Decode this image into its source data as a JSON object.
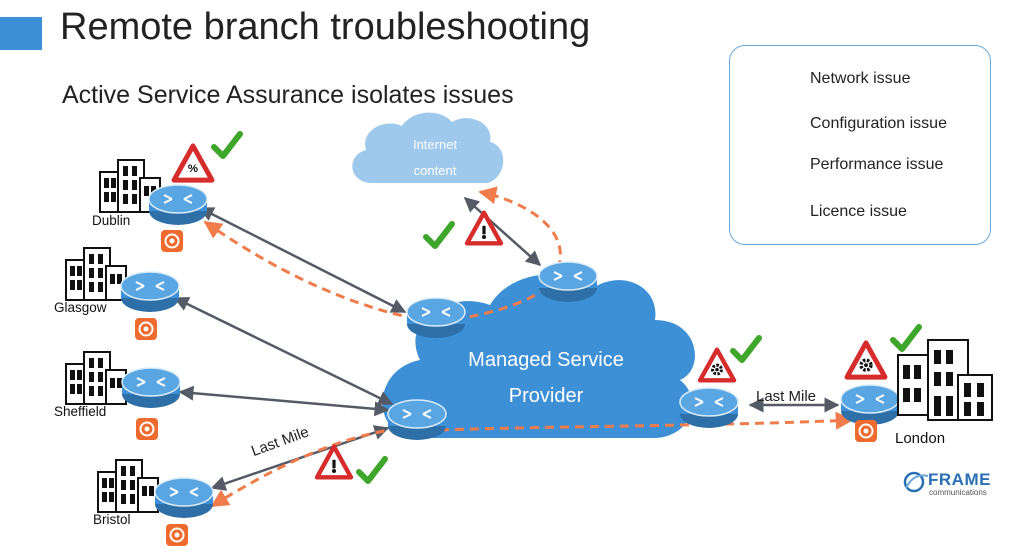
{
  "header": {
    "title": "Remote branch troubleshooting",
    "subtitle": "Active Service Assurance isolates issues"
  },
  "legend": {
    "items": [
      {
        "label": "Network issue",
        "icon": "warning-exclamation-icon"
      },
      {
        "label": "Configuration issue",
        "icon": "warning-gear-icon"
      },
      {
        "label": "Performance issue",
        "icon": "warning-percent-icon"
      },
      {
        "label": "Licence issue",
        "icon": "warning-key-icon"
      }
    ]
  },
  "diagram": {
    "internet_cloud": {
      "line1": "Internet",
      "line2": "content"
    },
    "provider_cloud": {
      "line1": "Managed Service",
      "line2": "Provider"
    },
    "sites": [
      {
        "name": "Dublin"
      },
      {
        "name": "Glasgow"
      },
      {
        "name": "Sheffield"
      },
      {
        "name": "Bristol"
      },
      {
        "name": "London"
      }
    ],
    "last_mile_label": "Last Mile",
    "colors": {
      "cloud": "#3d8fd6",
      "internet_cloud": "#9fc9ec",
      "router": "#3d8fd6",
      "link": "#555b66",
      "trace": "#ef7c4a",
      "check": "#3ea62a",
      "warning": "#d62c2c",
      "agent": "#ef6a2e"
    }
  },
  "logo": {
    "name": "FRAME",
    "tagline": "communications"
  }
}
